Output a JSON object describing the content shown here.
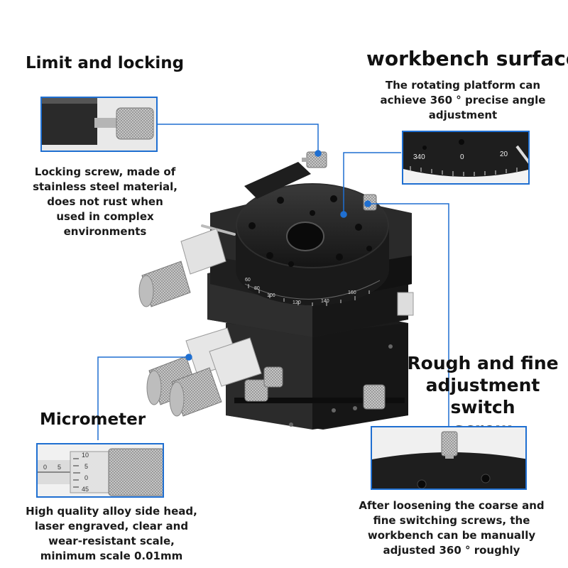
{
  "callouts": {
    "limit_locking": {
      "title": "Limit and locking",
      "description": "Locking screw, made of\nstainless steel material,\ndoes not rust when\nused in complex\nenvironments"
    },
    "workbench_surface": {
      "title": "workbench surface",
      "description": "The rotating platform can\nachieve 360 ° precise angle\nadjustment",
      "scale_labels": [
        "340",
        "0",
        "20"
      ]
    },
    "micrometer": {
      "title": "Micrometer",
      "description": "High quality alloy side head,\nlaser engraved, clear and\nwear-resistant scale,\nminimum scale 0.01mm",
      "scale_labels": [
        "0",
        "5",
        "10",
        "5",
        "0",
        "45"
      ]
    },
    "rough_fine": {
      "title": "Rough and fine\nadjustment switch\nscrew",
      "description": "After loosening the coarse and\nfine switching screws, the\nworkbench can be manually\nadjusted 360 ° roughly"
    }
  },
  "product": {
    "dial_labels": [
      "60",
      "80",
      "100",
      "120",
      "140",
      "160"
    ]
  },
  "colors": {
    "accent": "#1f6fd1",
    "body": "#2a2a2a",
    "metal": "#bfbfbf"
  }
}
